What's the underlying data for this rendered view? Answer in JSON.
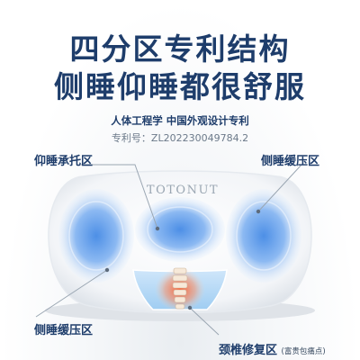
{
  "headline": {
    "line1": "四分区专利结构",
    "line2": "侧睡仰睡都很舒服"
  },
  "subtitle": "人体工程学  中国外观设计专利",
  "patent_no": "专利号：ZL202230049784.2",
  "brand": "TOTONUT",
  "zones": {
    "top_left": "仰睡承托区",
    "top_right": "侧睡缓压区",
    "bottom_left": "侧睡缓压区",
    "bottom_right": "颈椎修复区",
    "bottom_right_note": "(富贵包痛点)"
  },
  "colors": {
    "headline": "#1e3d6b",
    "zone_blue": "#4f8fe0",
    "spine_red": "#e24a2a"
  }
}
